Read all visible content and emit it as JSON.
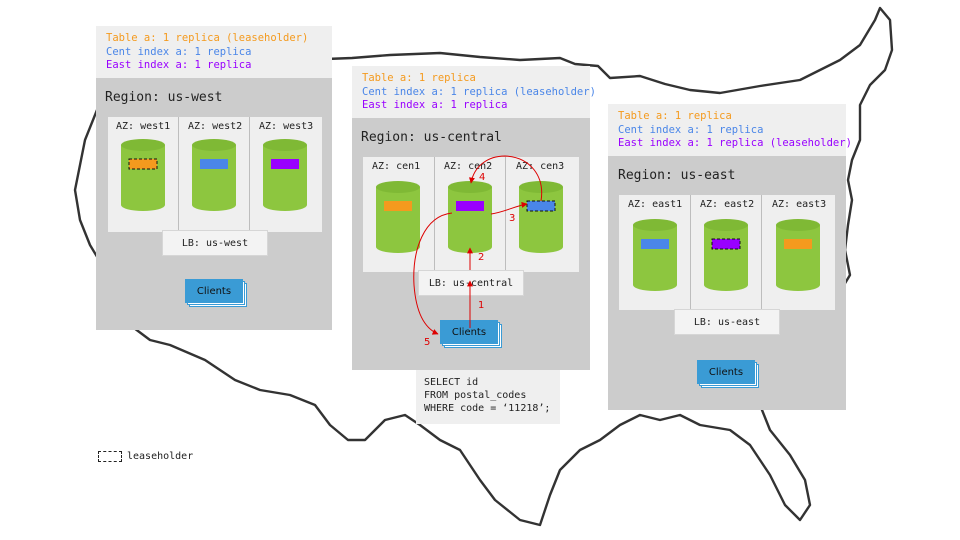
{
  "colors": {
    "table": "#f49a1e",
    "cent_index": "#4a86e8",
    "east_index": "#9900ff",
    "cylinder": "#8dc63f",
    "clients": "#3a9bd5",
    "arrow": "#dd0000"
  },
  "regions": {
    "west": {
      "legend": [
        "Table a: 1 replica (leaseholder)",
        "Cent index a: 1 replica",
        "East index a: 1 replica"
      ],
      "title": "Region: us-west",
      "az": [
        "AZ: west1",
        "AZ: west2",
        "AZ: west3"
      ],
      "lb": "LB: us-west",
      "clients": "Clients"
    },
    "central": {
      "legend": [
        "Table a: 1 replica",
        "Cent index a: 1 replica (leaseholder)",
        "East index a: 1 replica"
      ],
      "title": "Region: us-central",
      "az": [
        "AZ: cen1",
        "AZ: cen2",
        "AZ: cen3"
      ],
      "lb": "LB: us-central",
      "clients": "Clients"
    },
    "east": {
      "legend": [
        "Table a: 1 replica",
        "Cent index a: 1 replica",
        "East index a: 1 replica (leaseholder)"
      ],
      "title": "Region: us-east",
      "az": [
        "AZ: east1",
        "AZ: east2",
        "AZ: east3"
      ],
      "lb": "LB: us-east",
      "clients": "Clients"
    }
  },
  "replicas": {
    "west": [
      {
        "kind": "table",
        "leaseholder": true
      },
      {
        "kind": "cent_index",
        "leaseholder": false
      },
      {
        "kind": "east_index",
        "leaseholder": false
      }
    ],
    "central": [
      {
        "kind": "table",
        "leaseholder": false
      },
      {
        "kind": "east_index",
        "leaseholder": false
      },
      {
        "kind": "cent_index",
        "leaseholder": true
      }
    ],
    "east": [
      {
        "kind": "cent_index",
        "leaseholder": false
      },
      {
        "kind": "east_index",
        "leaseholder": true
      },
      {
        "kind": "table",
        "leaseholder": false
      }
    ]
  },
  "steps": [
    "1",
    "2",
    "3",
    "4",
    "5"
  ],
  "query": "SELECT id\nFROM postal_codes\nWHERE code = ‘11218’;",
  "legend_key": "leaseholder"
}
